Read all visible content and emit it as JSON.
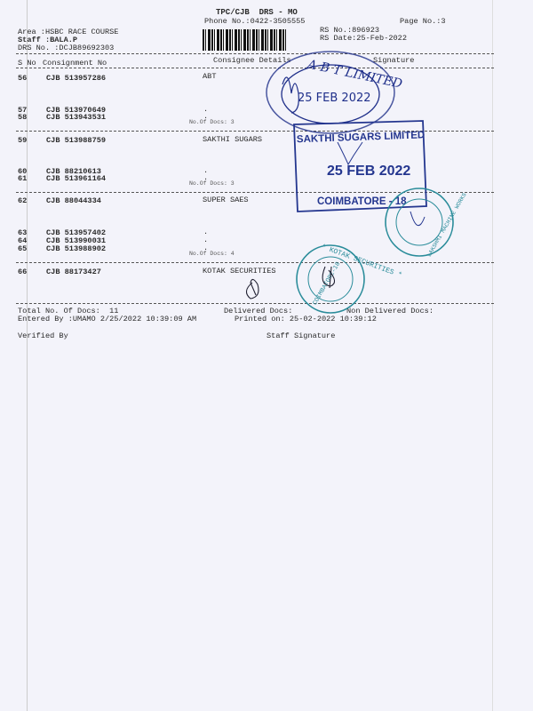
{
  "header": {
    "title": "TPC/CJB  DRS - MO",
    "phone": "Phone No.:0422-3505555",
    "page": "Page No.:3",
    "area": "Area :HSBC RACE COURSE",
    "staff": "Staff :BALA.P",
    "drs_no": "DRS No. :DCJB89692303",
    "rs_no": "RS No.:896923",
    "rs_date": "RS Date:25-Feb-2022"
  },
  "columns": {
    "sno": "S No",
    "consignment": "Consignment No",
    "consignee": "Consignee Details",
    "signature": "Signature"
  },
  "groups": [
    {
      "consignee": "ABT",
      "rows": [
        {
          "sno": "56",
          "cn": "CJB 513957286"
        },
        {
          "sno": "57",
          "cn": "CJB 513970649"
        },
        {
          "sno": "58",
          "cn": "CJB 513943531"
        }
      ],
      "docs": "No.Of Docs: 3"
    },
    {
      "consignee": "SAKTHI SUGARS",
      "rows": [
        {
          "sno": "59",
          "cn": "CJB 513988759"
        },
        {
          "sno": "60",
          "cn": "CJB 88210613"
        },
        {
          "sno": "61",
          "cn": "CJB 513961164"
        }
      ],
      "docs": "No.Of Docs: 3"
    },
    {
      "consignee": "SUPER SAES",
      "rows": [
        {
          "sno": "62",
          "cn": "CJB 88044334"
        },
        {
          "sno": "63",
          "cn": "CJB 513957402"
        },
        {
          "sno": "64",
          "cn": "CJB 513990031"
        },
        {
          "sno": "65",
          "cn": "CJB 513988902"
        }
      ],
      "docs": "No.Of Docs: 4"
    },
    {
      "consignee": "KOTAK SECURITIES",
      "rows": [
        {
          "sno": "66",
          "cn": "CJB 88173427"
        }
      ]
    }
  ],
  "footer": {
    "total": "Total No. Of Docs:  11",
    "delivered": "Delivered Docs:",
    "non_delivered": "Non Delivered Docs:",
    "entered": "Entered By :UMAMO 2/25/2022 10:39:09 AM",
    "printed": "Printed on: 25-02-2022 10:39:12",
    "verified": "Verified By",
    "staff_sig": "Staff Signature"
  },
  "stamps": {
    "abt": {
      "name": "A B T LIMITED",
      "date": "25 FEB 2022",
      "color": "#1f2f8a"
    },
    "sakthi": {
      "name": "SAKTHI SUGARS LIMITED",
      "date": "25 FEB 2022",
      "city": "COIMBATORE - 18",
      "color": "#24368f"
    },
    "lakshmi": {
      "name": "LAKSHMI MACHINE WORKS",
      "color": "#2a8c9a"
    },
    "kotak": {
      "name": "KOTAK SECURITIES",
      "city": "COIMBATORE-18",
      "color": "#2a8c9a"
    }
  }
}
